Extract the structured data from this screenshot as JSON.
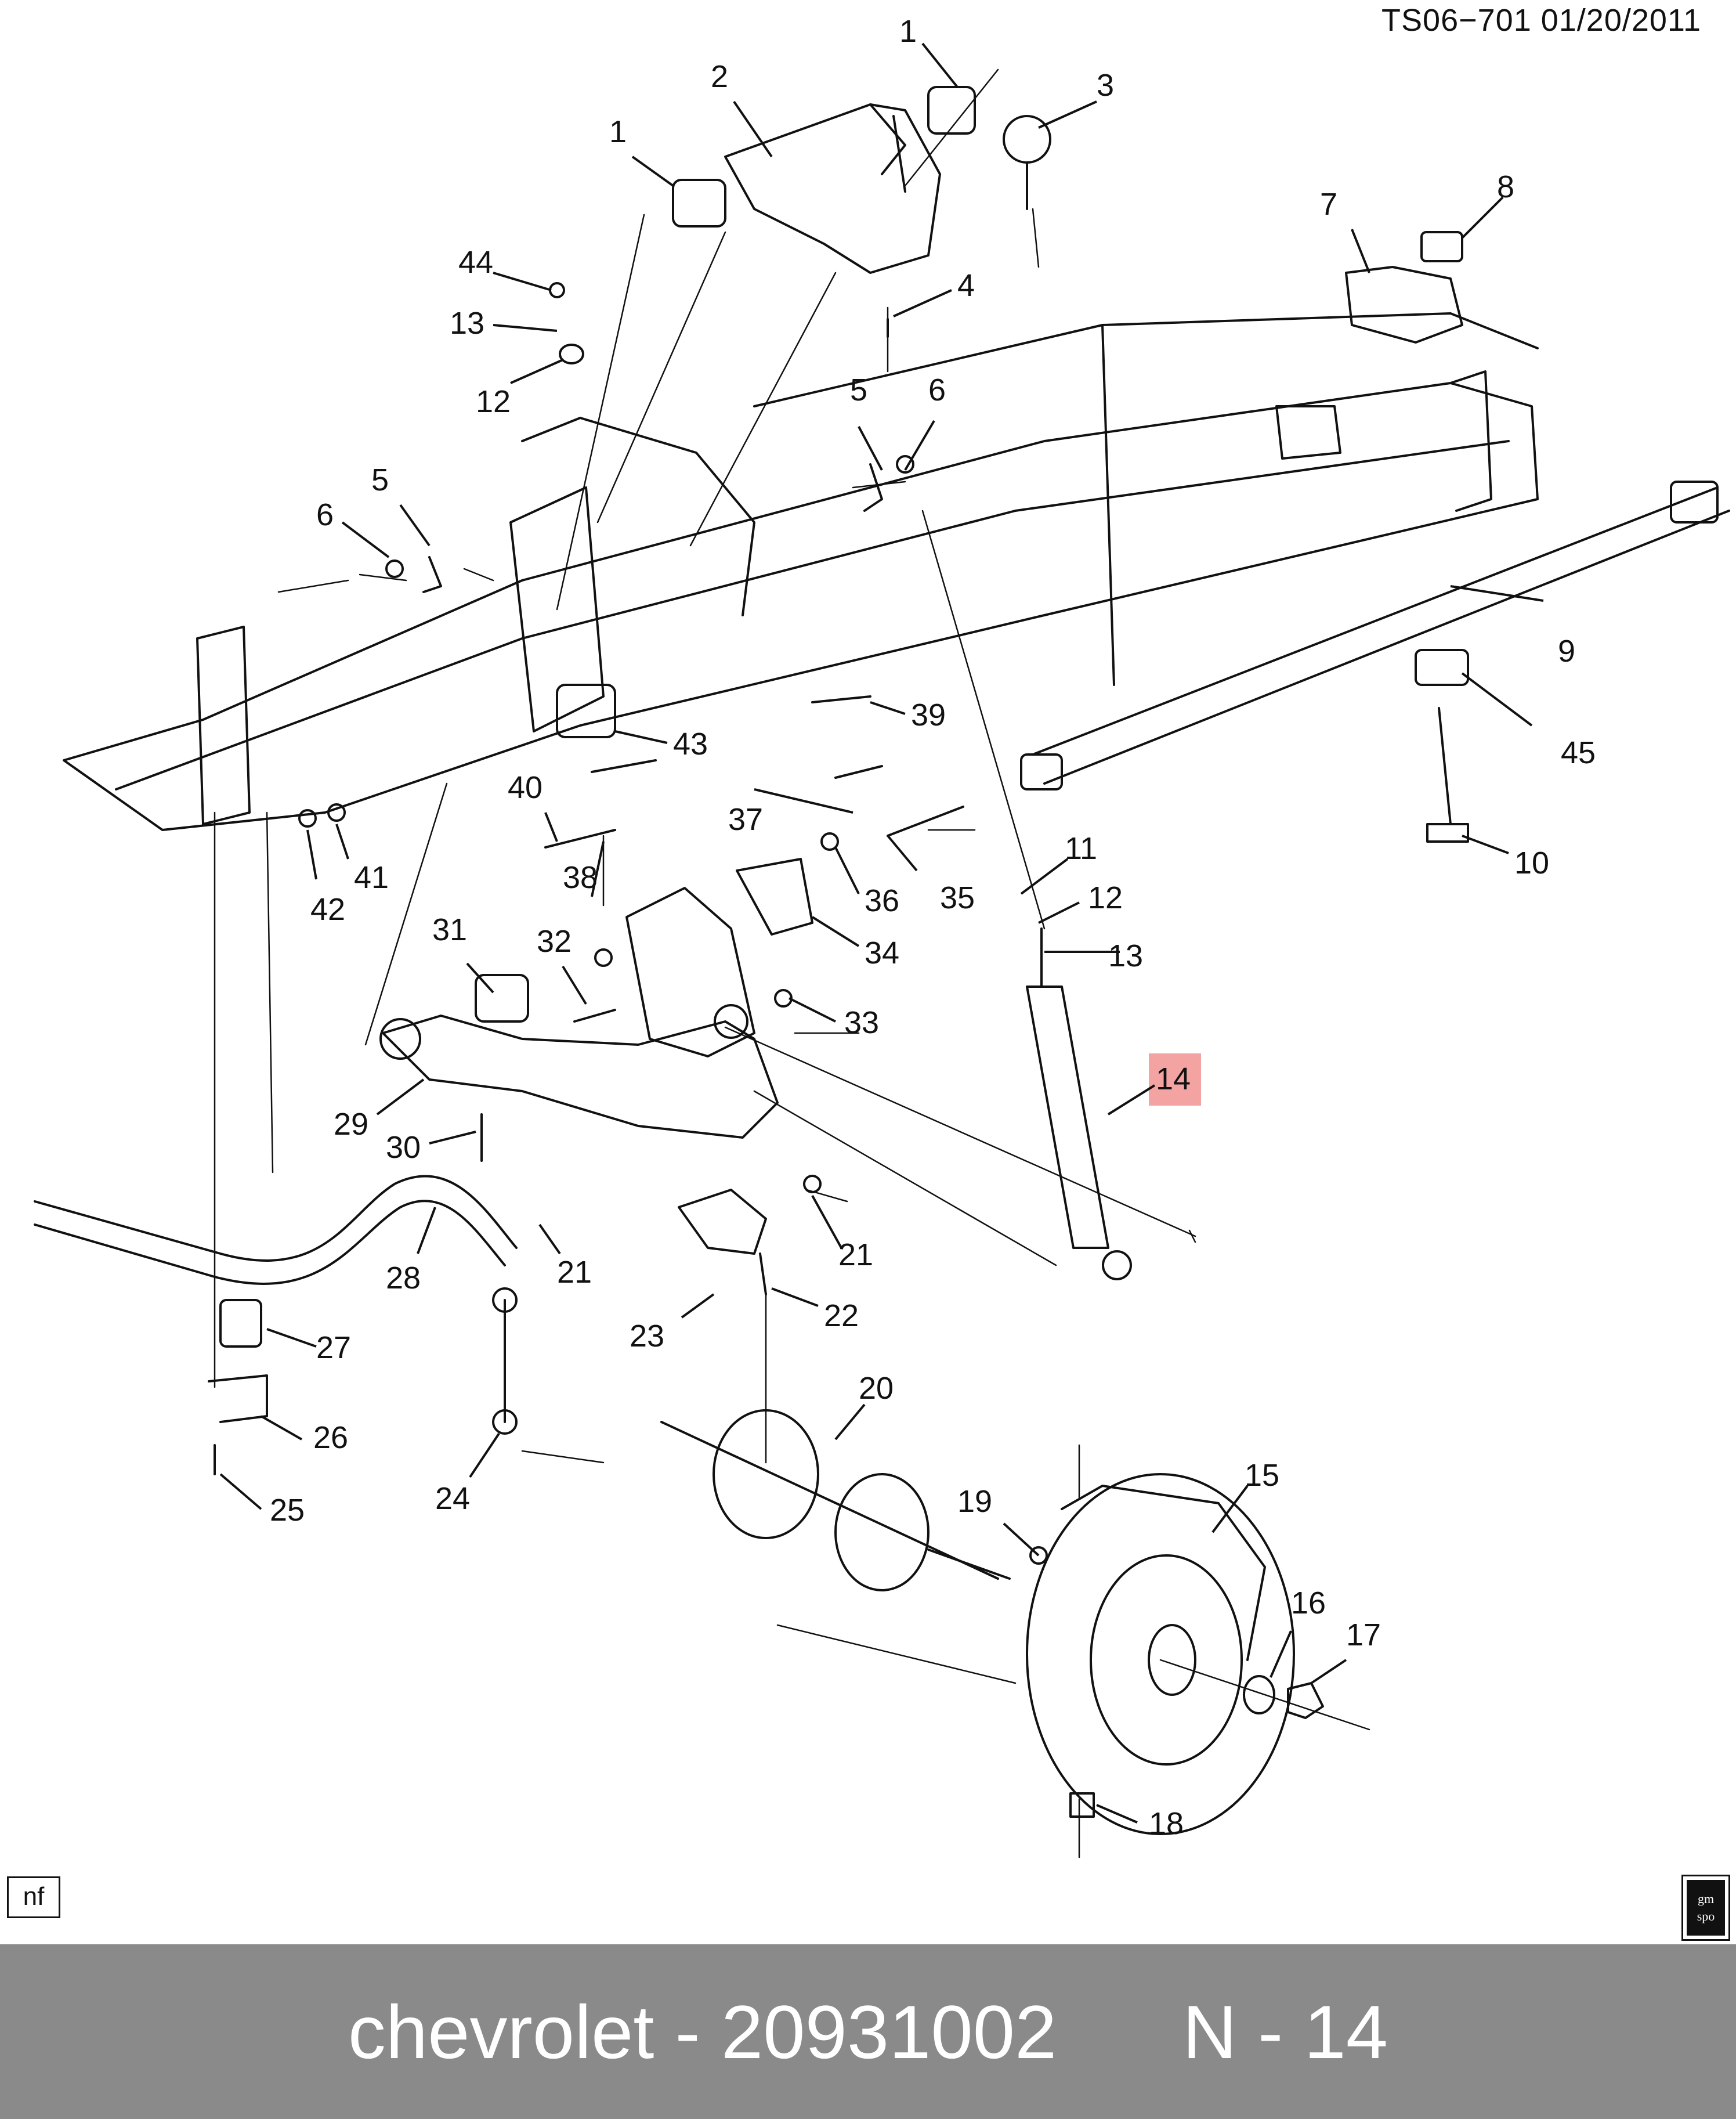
{
  "header": {
    "ref": "TS06−701  01/20/2011"
  },
  "badges": {
    "nf": "nf",
    "gm": "gm\nspo"
  },
  "highlight_color": "#f4a3a3",
  "callouts": [
    {
      "id": "c1a",
      "label": "1"
    },
    {
      "id": "c1b",
      "label": "1"
    },
    {
      "id": "c2",
      "label": "2"
    },
    {
      "id": "c3",
      "label": "3"
    },
    {
      "id": "c4",
      "label": "4"
    },
    {
      "id": "c5a",
      "label": "5"
    },
    {
      "id": "c5b",
      "label": "5"
    },
    {
      "id": "c6a",
      "label": "6"
    },
    {
      "id": "c6b",
      "label": "6"
    },
    {
      "id": "c7",
      "label": "7"
    },
    {
      "id": "c8",
      "label": "8"
    },
    {
      "id": "c9",
      "label": "9"
    },
    {
      "id": "c10",
      "label": "10"
    },
    {
      "id": "c11",
      "label": "11"
    },
    {
      "id": "c12a",
      "label": "12"
    },
    {
      "id": "c12b",
      "label": "12"
    },
    {
      "id": "c13a",
      "label": "13"
    },
    {
      "id": "c13b",
      "label": "13"
    },
    {
      "id": "c14",
      "label": "14",
      "highlight": true
    },
    {
      "id": "c15",
      "label": "15"
    },
    {
      "id": "c16",
      "label": "16"
    },
    {
      "id": "c17",
      "label": "17"
    },
    {
      "id": "c18",
      "label": "18"
    },
    {
      "id": "c19",
      "label": "19"
    },
    {
      "id": "c20",
      "label": "20"
    },
    {
      "id": "c21a",
      "label": "21"
    },
    {
      "id": "c21b",
      "label": "21"
    },
    {
      "id": "c22",
      "label": "22"
    },
    {
      "id": "c23",
      "label": "23"
    },
    {
      "id": "c24",
      "label": "24"
    },
    {
      "id": "c25",
      "label": "25"
    },
    {
      "id": "c26",
      "label": "26"
    },
    {
      "id": "c27",
      "label": "27"
    },
    {
      "id": "c28",
      "label": "28"
    },
    {
      "id": "c29",
      "label": "29"
    },
    {
      "id": "c30",
      "label": "30"
    },
    {
      "id": "c31",
      "label": "31"
    },
    {
      "id": "c32",
      "label": "32"
    },
    {
      "id": "c33",
      "label": "33"
    },
    {
      "id": "c34",
      "label": "34"
    },
    {
      "id": "c35",
      "label": "35"
    },
    {
      "id": "c36",
      "label": "36"
    },
    {
      "id": "c37",
      "label": "37"
    },
    {
      "id": "c38",
      "label": "38"
    },
    {
      "id": "c39",
      "label": "39"
    },
    {
      "id": "c40",
      "label": "40"
    },
    {
      "id": "c41",
      "label": "41"
    },
    {
      "id": "c42",
      "label": "42"
    },
    {
      "id": "c43",
      "label": "43"
    },
    {
      "id": "c44",
      "label": "44"
    },
    {
      "id": "c45",
      "label": "45"
    }
  ],
  "footer": {
    "brand": "chevrolet",
    "part_number": "20931002",
    "position_code": "N - 14"
  }
}
